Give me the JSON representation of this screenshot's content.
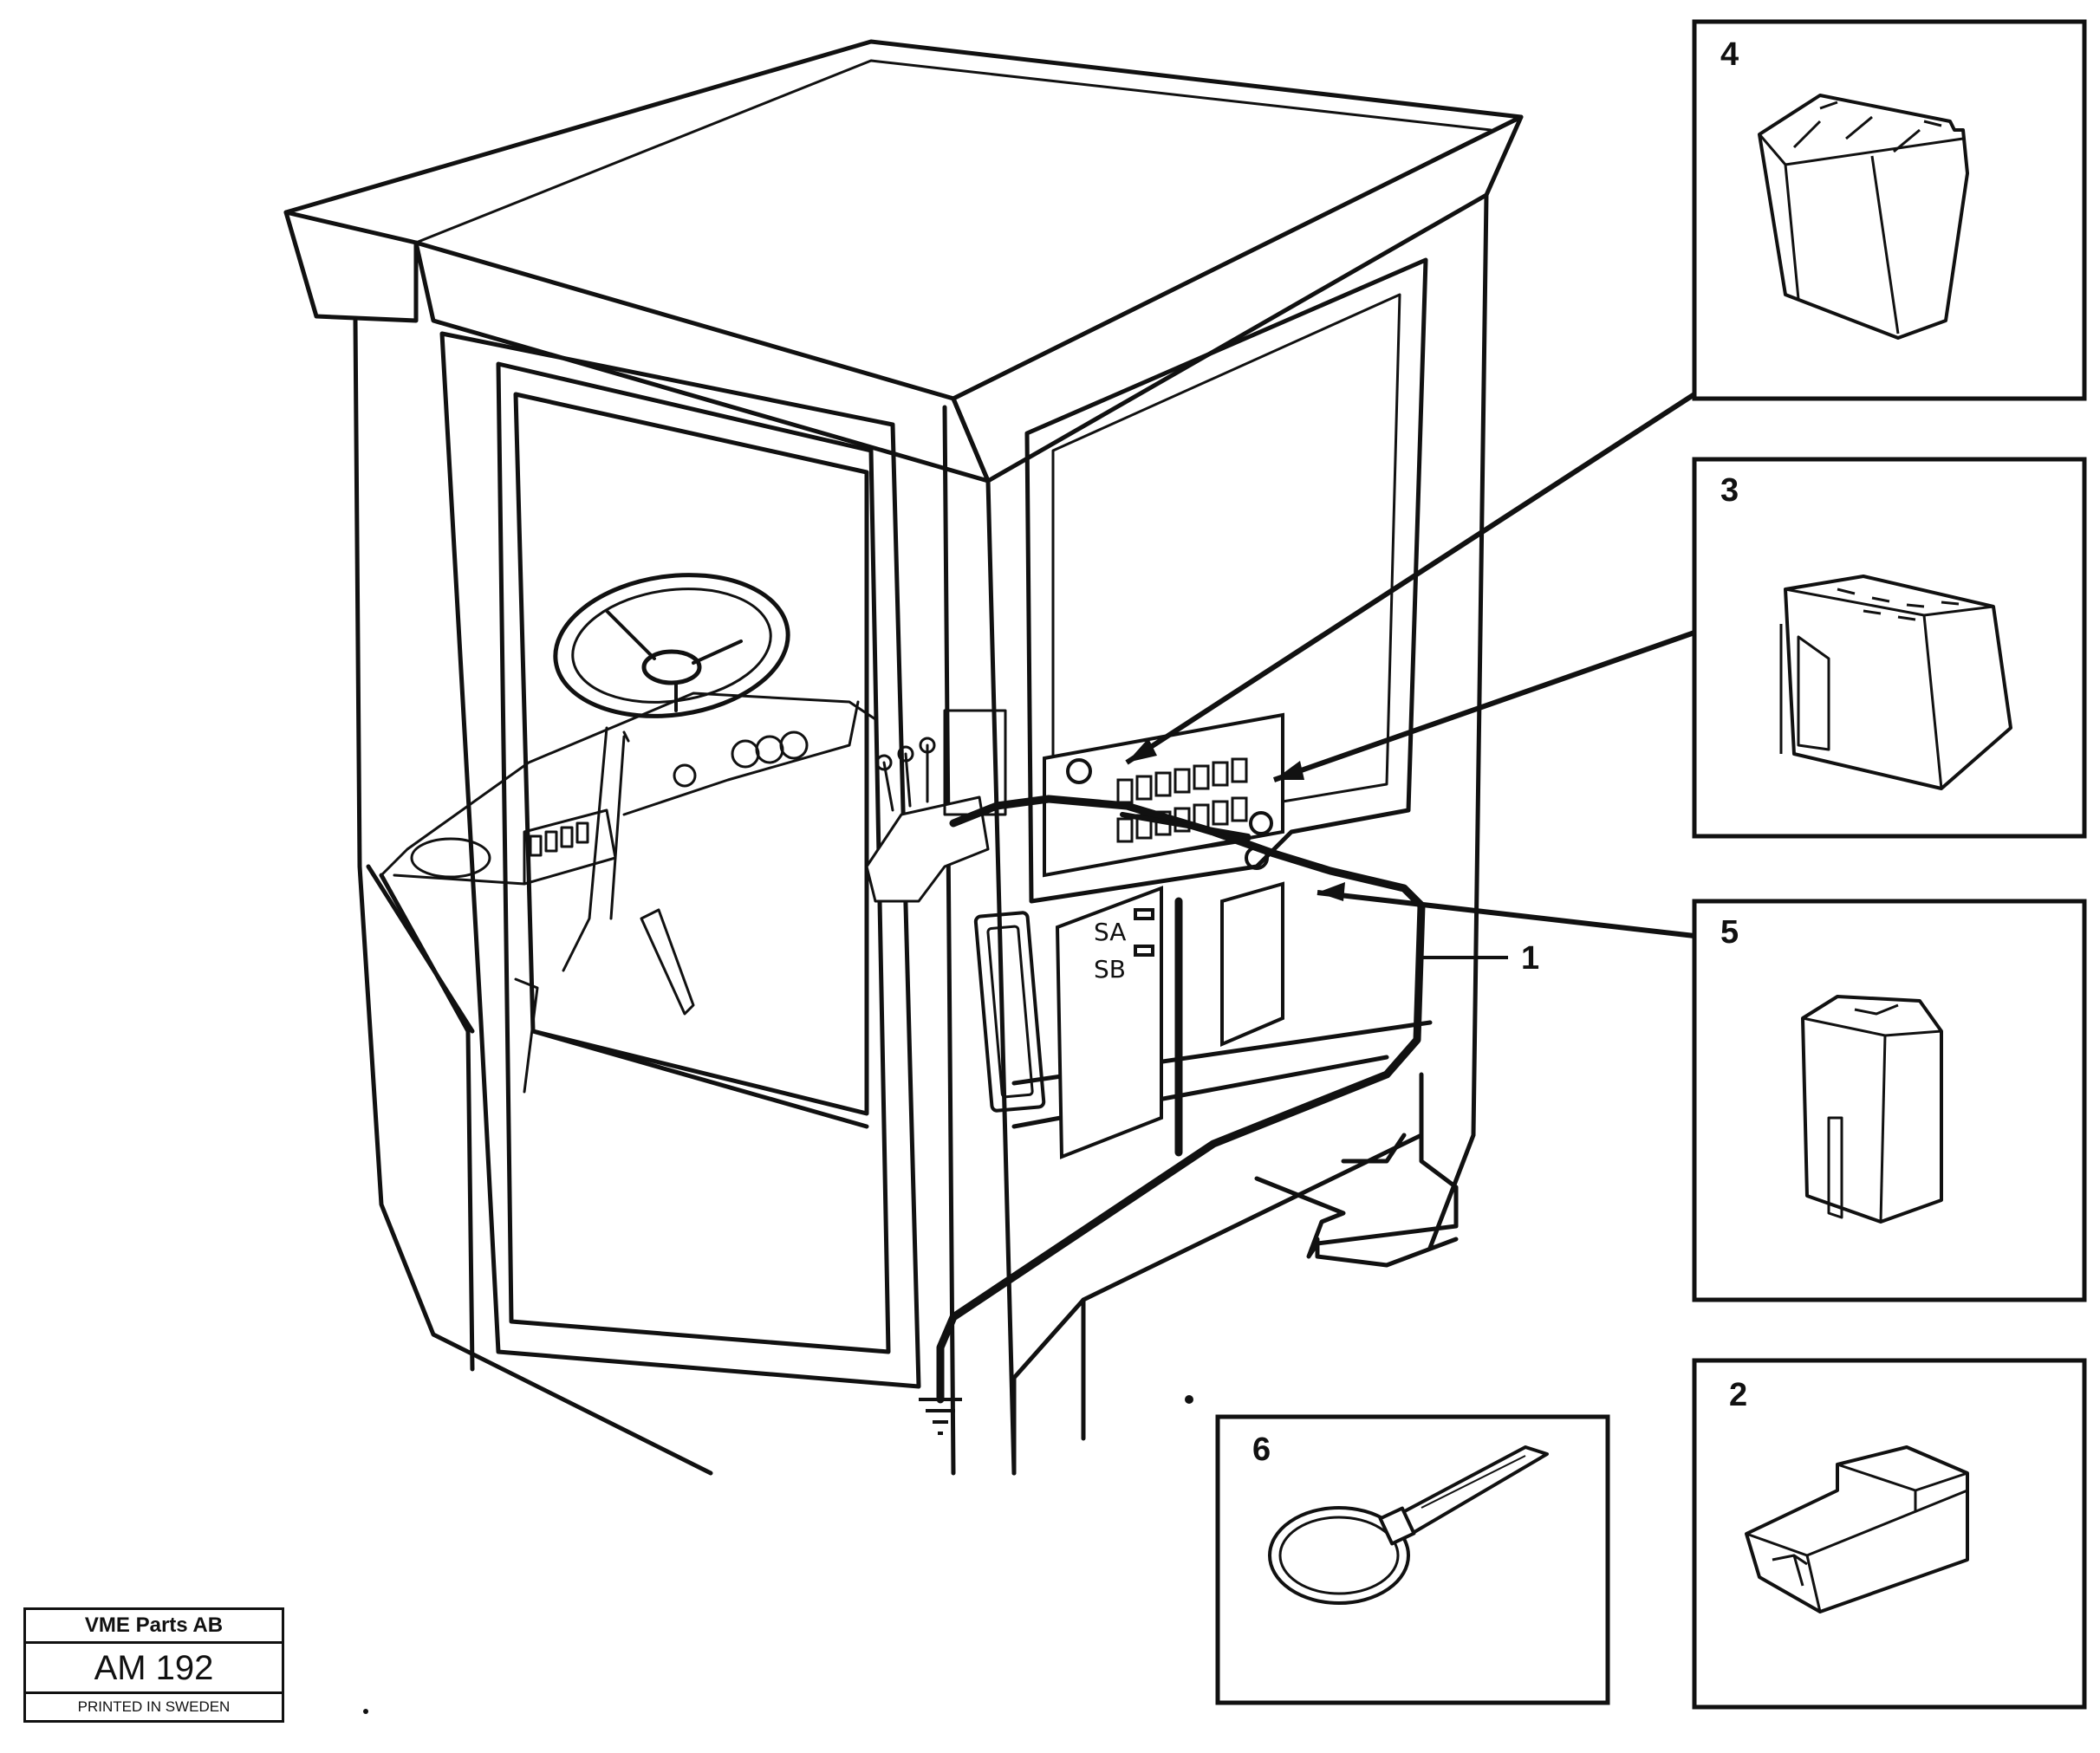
{
  "callouts": {
    "harness": "1",
    "connector_2": "2",
    "connector_3": "3",
    "connector_4": "4",
    "connector_5": "5",
    "cable_tie": "6"
  },
  "panel_labels": {
    "sa": "SA",
    "sb": "SB"
  },
  "stamp": {
    "company": "VME Parts AB",
    "code": "AM 192",
    "printed": "PRINTED IN SWEDEN"
  }
}
